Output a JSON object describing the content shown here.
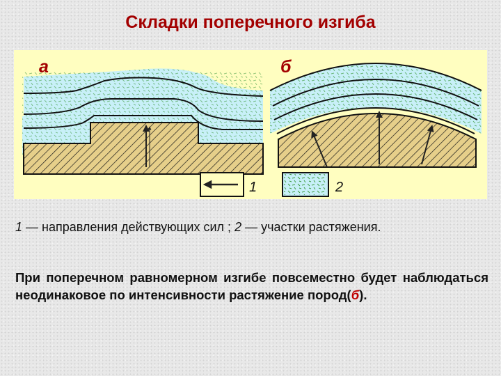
{
  "title": "Складки поперечного изгиба",
  "figure": {
    "panel_a_label": "а",
    "panel_b_label": "б",
    "legend_1_number": "1",
    "legend_2_number": "2"
  },
  "caption": {
    "item1_number": "1",
    "item1_text": " — направления действующих сил ; ",
    "item2_number": "2",
    "item2_text": " — участки растяжения."
  },
  "body": {
    "text_before": "При поперечном равномерном изгибе повсеместно будет наблюдаться неодинаковое по интенсивности растяжение пород(",
    "highlight": "б",
    "text_after": ")."
  },
  "colors": {
    "title": "#a30000",
    "figure_background": "#fffec0",
    "layer_fill": "#c8f0f8",
    "basement_fill": "#e6cf8a",
    "stretch_marks": "#3d9a3d",
    "highlight_text": "#c00000"
  }
}
